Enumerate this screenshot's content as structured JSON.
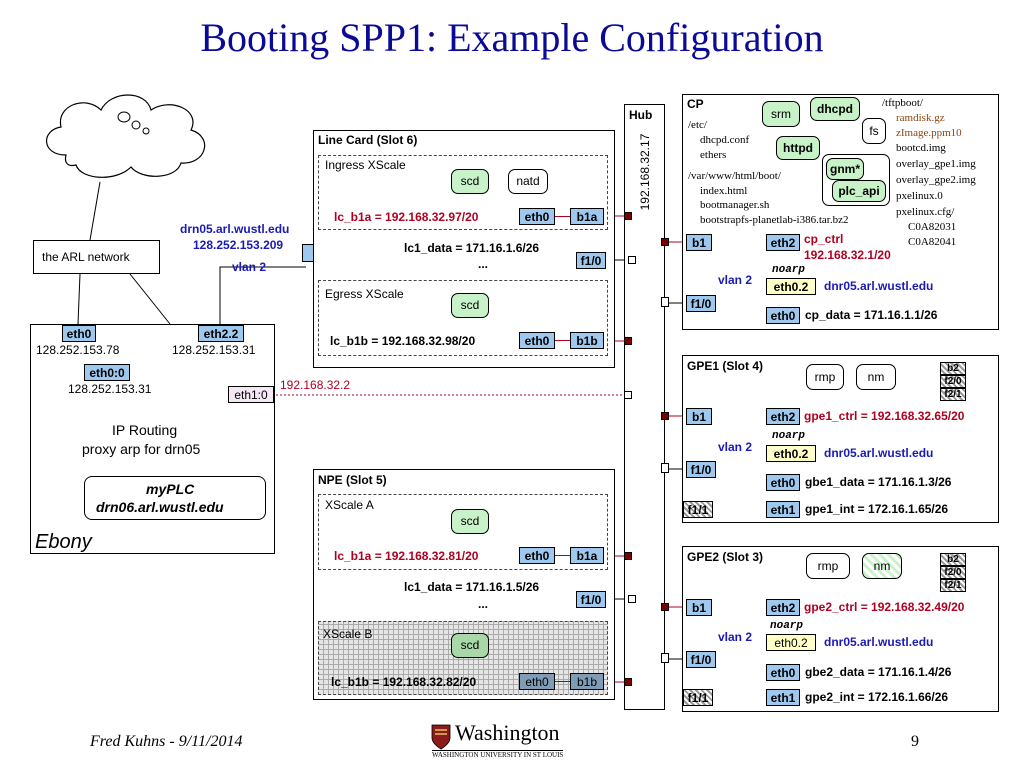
{
  "title": "Booting SPP1: Example Configuration",
  "footer": {
    "author": "Fred Kuhns - 9/11/2014",
    "page": "9",
    "logo_text": "Washington",
    "logo_sub": "WASHINGTON UNIVERSITY IN ST LOUIS"
  },
  "arl": {
    "label": "the ARL network"
  },
  "drn05": {
    "host": "drn05.arl.wustl.edu",
    "ip": "128.252.153.209",
    "vlan": "vlan 2"
  },
  "ebony": {
    "name": "Ebony",
    "eth0": "eth0",
    "eth0_ip": "128.252.153.78",
    "eth22": "eth2.2",
    "eth22_ip": "128.252.153.31",
    "eth00": "eth0:0",
    "eth00_ip": "128.252.153.31",
    "eth10": "eth1:0",
    "eth10_ip": "192.168.32.2",
    "line1": "IP Routing",
    "line2": "proxy arp for drn05",
    "myplc": "myPLC",
    "myplc_host": "drn06.arl.wustl.edu"
  },
  "hub": {
    "label": "Hub",
    "ip": "192.168.32.17"
  },
  "linecard": {
    "title": "Line Card (Slot 6)",
    "ingress": "Ingress XScale",
    "egress": "Egress XScale",
    "scd": "scd",
    "natd": "natd",
    "lc_b1a": "lc_b1a = 192.168.32.97/20",
    "lc1_data": "lc1_data = 171.16.1.6/26",
    "dots": "...",
    "lc_b1b": "lc_b1b = 192.168.32.98/20",
    "eth0": "eth0",
    "b1a": "b1a",
    "b1b": "b1b",
    "f10": "f1/0"
  },
  "npe": {
    "title": "NPE (Slot 5)",
    "xscale_a": "XScale A",
    "xscale_b": "XScale B",
    "scd": "scd",
    "lc_b1a": "lc_b1a = 192.168.32.81/20",
    "lc1_data": "lc1_data = 171.16.1.5/26",
    "dots": "...",
    "lc_b1b": "lc_b1b = 192.168.32.82/20",
    "eth0": "eth0",
    "b1a": "b1a",
    "b1b": "b1b",
    "f10": "f1/0"
  },
  "cp": {
    "title": "CP",
    "srm": "srm",
    "dhcpd": "dhcpd",
    "fs": "fs",
    "httpd": "httpd",
    "gnm": "gnm*",
    "plc_api": "plc_api",
    "etc": [
      "/etc/",
      "dhcpd.conf",
      "ethers"
    ],
    "www": [
      "/var/www/html/boot/",
      "index.html",
      "bootmanager.sh",
      "bootstrapfs-planetlab-i386.tar.bz2"
    ],
    "tftp": [
      "/tftpboot/",
      "ramdisk.gz",
      "zImage.ppm10",
      "bootcd.img",
      "overlay_gpe1.img",
      "overlay_gpe2.img",
      "pxelinux.0",
      "pxelinux.cfg/",
      "C0A82031",
      "C0A82041"
    ],
    "b1": "b1",
    "eth2": "eth2",
    "ctrl": "cp_ctrl",
    "ctrl_ip": "192.168.32.1/20",
    "noarp": "noarp",
    "vlan": "vlan 2",
    "eth02": "eth0.2",
    "drn": "dnr05.arl.wustl.edu",
    "f10": "f1/0",
    "eth0": "eth0",
    "data": "cp_data = 171.16.1.1/26"
  },
  "gpe1": {
    "title": "GPE1 (Slot 4)",
    "rmp": "rmp",
    "nm": "nm",
    "b2": "b2",
    "f20": "f2/0",
    "f21": "f2/1",
    "b1": "b1",
    "eth2": "eth2",
    "ctrl": "gpe1_ctrl = 192.168.32.65/20",
    "noarp": "noarp",
    "vlan": "vlan 2",
    "eth02": "eth0.2",
    "drn": "dnr05.arl.wustl.edu",
    "f10": "f1/0",
    "eth0": "eth0",
    "data": "gbe1_data = 171.16.1.3/26",
    "f11": "f1/1",
    "eth1": "eth1",
    "int": "gpe1_int = 172.16.1.65/26"
  },
  "gpe2": {
    "title": "GPE2 (Slot 3)",
    "rmp": "rmp",
    "nm": "nm",
    "b2": "b2",
    "f20": "f2/0",
    "f21": "f2/1",
    "b1": "b1",
    "eth2": "eth2",
    "ctrl": "gpe2_ctrl = 192.168.32.49/20",
    "noarp": "noarp",
    "vlan": "vlan 2",
    "eth02": "eth0.2",
    "drn": "dnr05.arl.wustl.edu",
    "f10": "f1/0",
    "eth0": "eth0",
    "data": "gbe2_data = 171.16.1.4/26",
    "f11": "f1/1",
    "eth1": "eth1",
    "int": "gpe2_int = 172.16.1.66/26"
  },
  "colors": {
    "title": "#0a0a96",
    "port": "#9ec8ee",
    "proc": "#c8f2c8",
    "red": "#b00020",
    "blue": "#1a1ab4"
  }
}
